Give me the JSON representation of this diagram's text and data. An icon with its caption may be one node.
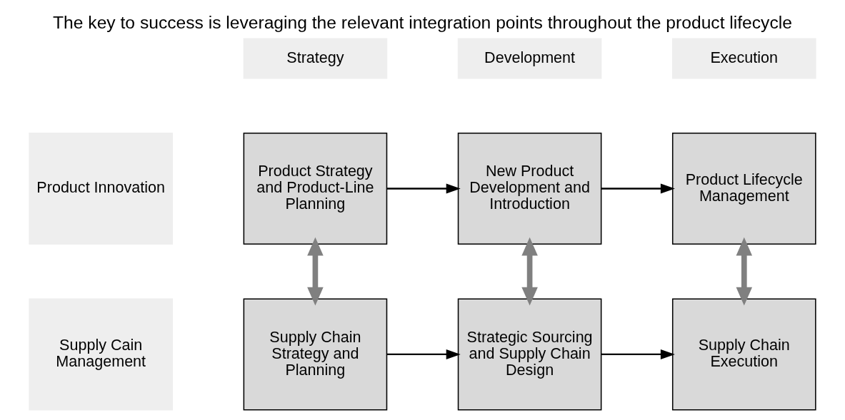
{
  "diagram": {
    "title": "The key to success is leveraging the relevant integration points throughout the product lifecycle",
    "nodes": [
      {
        "text": [
          "Strategy"
        ]
      },
      {
        "text": [
          "Development"
        ]
      },
      {
        "text": [
          "Execution"
        ]
      },
      {
        "text": [
          "Product Innovation"
        ]
      },
      {
        "text": [
          "Supply Cain Management"
        ]
      },
      {
        "text": [
          "Product Strategy and Product-Line Planning"
        ]
      },
      {
        "text": [
          "New Product Development and Introduction"
        ]
      },
      {
        "text": [
          "Product Lifecycle Management"
        ]
      },
      {
        "text": [
          "Supply Chain Strategy and Planning"
        ]
      },
      {
        "text": [
          "Strategic Sourcing and Supply Chain Design"
        ]
      },
      {
        "text": [
          "Supply Chain Execution"
        ]
      }
    ],
    "edges": [
      {
        "from": 5,
        "to": 6,
        "arrow": "to"
      },
      {
        "from": 6,
        "to": 7,
        "arrow": "to"
      },
      {
        "from": 5,
        "to": 8,
        "arrow": "both",
        "style": "thick",
        "color": "#808080"
      },
      {
        "from": 6,
        "to": 9,
        "arrow": "both",
        "style": "thick",
        "color": "#808080"
      },
      {
        "from": 7,
        "to": 10,
        "arrow": "both",
        "style": "thick",
        "color": "#808080"
      },
      {
        "from": 8,
        "to": 9,
        "arrow": "to"
      },
      {
        "from": 9,
        "to": 10,
        "arrow": "to"
      }
    ]
  }
}
